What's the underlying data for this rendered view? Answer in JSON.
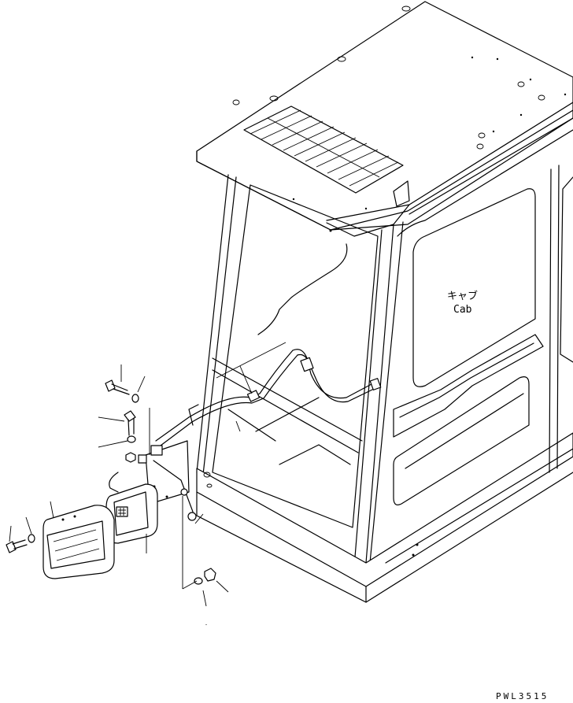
{
  "labels": {
    "cab_jp": "キャブ",
    "cab_en": "Cab",
    "drawing_code": "PWL3515"
  }
}
